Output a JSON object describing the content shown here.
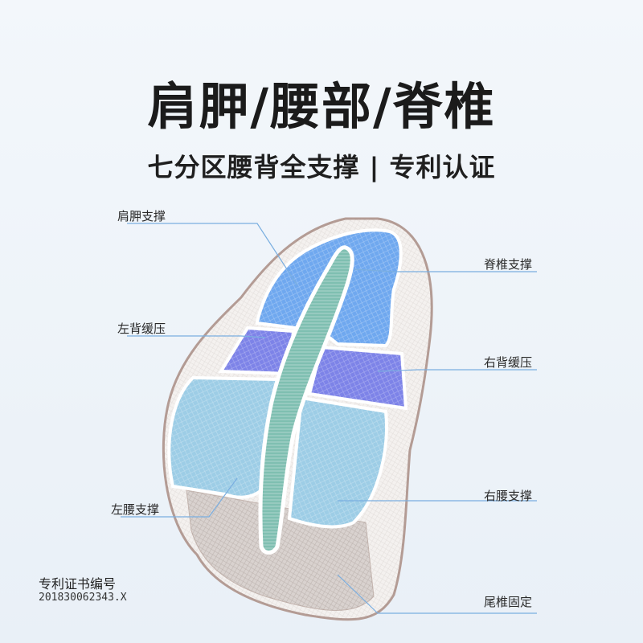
{
  "header": {
    "title": "肩胛/腰部/脊椎",
    "subtitle": "七分区腰背全支撑 | 专利认证"
  },
  "labels": {
    "shoulder": "肩胛支撑",
    "spine": "脊椎支撑",
    "left_back": "左背缓压",
    "right_back": "右背缓压",
    "left_waist": "左腰支撑",
    "right_waist": "右腰支撑",
    "tailbone": "尾椎固定"
  },
  "patent": {
    "title": "专利证书编号",
    "number": "201830062343.X"
  },
  "colors": {
    "shoulder_zone": "#6fa8ef",
    "back_zones": "#7d83e8",
    "waist_zones": "#9dcde6",
    "spine_strip": "#7fbfb1",
    "bottom_zone": "#d8d0cc",
    "leader_line": "#7aaee0"
  }
}
